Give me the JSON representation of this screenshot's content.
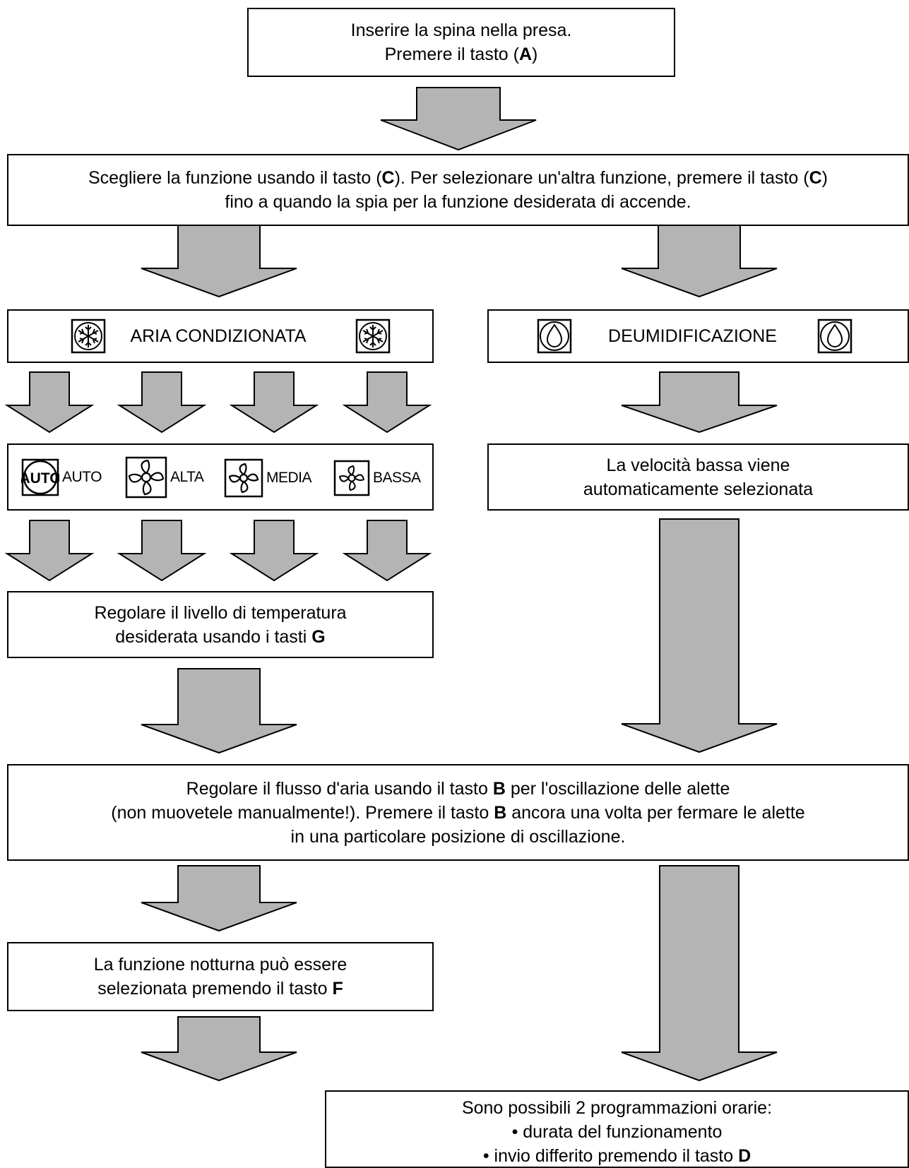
{
  "colors": {
    "arrow_fill": "#b4b4b4",
    "stroke": "#000000",
    "background": "#ffffff"
  },
  "step1": {
    "line1": "Inserire la spina nella presa.",
    "line2_pre": "Premere il tasto (",
    "line2_key": "A",
    "line2_post": ")"
  },
  "step2": {
    "l1_pre": "Scegliere la funzione usando il tasto (",
    "l1_key1": "C",
    "l1_mid": "). Per selezionare un'altra funzione, premere il tasto (",
    "l1_key2": "C",
    "l1_post": ")",
    "line2": "fino a quando la spia per la funzione desiderata di accende."
  },
  "aria": {
    "label": "ARIA CONDIZIONATA",
    "icon": "snowflake-icon"
  },
  "deum": {
    "label": "DEUMIDIFICAZIONE",
    "icon": "water-drop-icon"
  },
  "speeds": [
    {
      "label": "AUTO",
      "icon": "auto-icon",
      "icon_text": "AUTO"
    },
    {
      "label": "ALTA",
      "icon": "fan-icon"
    },
    {
      "label": "MEDIA",
      "icon": "fan-icon"
    },
    {
      "label": "BASSA",
      "icon": "fan-icon"
    }
  ],
  "deum_speed": {
    "line1": "La velocità bassa viene",
    "line2": "automaticamente selezionata"
  },
  "temp": {
    "line1": "Regolare il livello di temperatura",
    "line2_pre": "desiderata usando i tasti ",
    "line2_key": "G"
  },
  "flow": {
    "l1_pre": "Regolare il flusso d'aria usando il tasto ",
    "l1_key": "B",
    "l1_post": " per l'oscillazione delle alette",
    "l2_pre": "(non muovetele manualmente!). Premere il tasto ",
    "l2_key": "B",
    "l2_post": " ancora una volta per fermare le alette",
    "line3": "in una particolare posizione di oscillazione."
  },
  "night": {
    "line1": "La funzione notturna può essere",
    "line2_pre": "selezionata premendo il tasto ",
    "line2_key": "F"
  },
  "timer": {
    "line1": "Sono possibili 2 programmazioni orarie:",
    "bullet1": "• durata del funzionamento",
    "bullet2_pre": "• invio differito premendo il tasto ",
    "bullet2_key": "D"
  }
}
